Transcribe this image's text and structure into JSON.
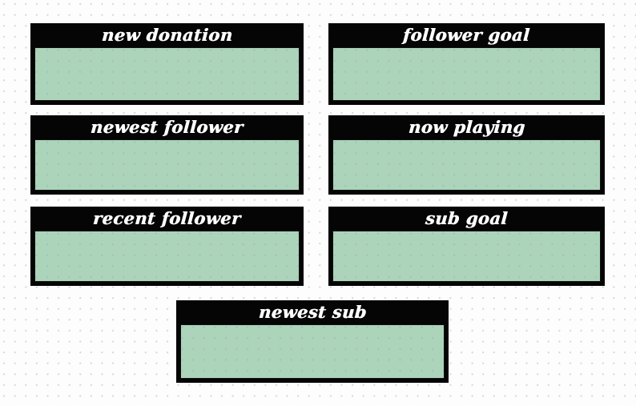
{
  "theme": {
    "page_background": "#fdfdfd",
    "dot_grid_color": "#d9d7e2",
    "panel_header_background": "#050505",
    "panel_header_text_color": "#ffffff",
    "panel_body_background": "#c5f3d6",
    "panel_border_color": "#111111"
  },
  "panels": [
    {
      "id": "new-donation",
      "title": "new donation",
      "body_text": "",
      "column": "left",
      "row": 1
    },
    {
      "id": "follower-goal",
      "title": "follower goal",
      "body_text": "",
      "column": "right",
      "row": 1
    },
    {
      "id": "newest-follower",
      "title": "newest follower",
      "body_text": "",
      "column": "left",
      "row": 2
    },
    {
      "id": "now-playing",
      "title": "now playing",
      "body_text": "",
      "column": "right",
      "row": 2
    },
    {
      "id": "recent-follower",
      "title": "recent follower",
      "body_text": "",
      "column": "left",
      "row": 3
    },
    {
      "id": "sub-goal",
      "title": "sub goal",
      "body_text": "",
      "column": "right",
      "row": 3
    },
    {
      "id": "newest-sub",
      "title": "newest sub",
      "body_text": "",
      "column": "center",
      "row": 4
    }
  ]
}
